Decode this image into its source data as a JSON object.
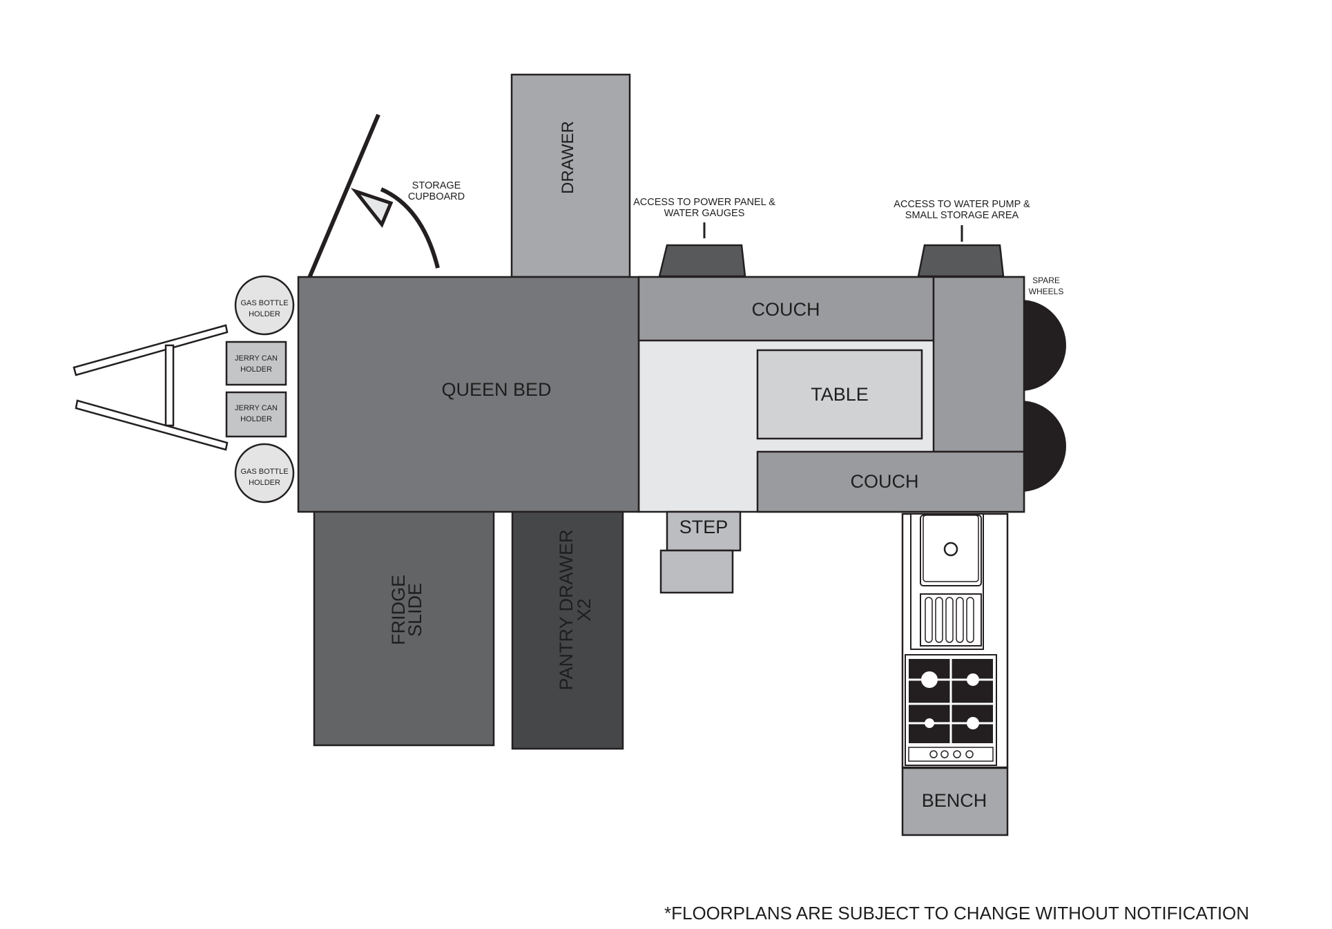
{
  "labels": {
    "storage_cupboard_1": "STORAGE",
    "storage_cupboard_2": "CUPBOARD",
    "drawer": "DRAWER",
    "power_panel_1": "ACCESS TO POWER PANEL &",
    "power_panel_2": "WATER GAUGES",
    "water_pump_1": "ACCESS TO WATER PUMP &",
    "water_pump_2": "SMALL STORAGE AREA",
    "spare_wheels_1": "SPARE",
    "spare_wheels_2": "WHEELS",
    "gas_bottle_top_1": "GAS BOTTLE",
    "gas_bottle_top_2": "HOLDER",
    "jerry_can_top_1": "JERRY CAN",
    "jerry_can_top_2": "HOLDER",
    "jerry_can_bottom_1": "JERRY CAN",
    "jerry_can_bottom_2": "HOLDER",
    "gas_bottle_bottom_1": "GAS BOTTLE",
    "gas_bottle_bottom_2": "HOLDER",
    "queen_bed": "QUEEN BED",
    "couch_top": "COUCH",
    "table": "TABLE",
    "couch_bottom": "COUCH",
    "step": "STEP",
    "fridge_slide_1": "FRIDGE",
    "fridge_slide_2": "SLIDE",
    "pantry_drawer_1": "PANTRY DRAWER",
    "pantry_drawer_2": "X2",
    "bench": "BENCH"
  },
  "footer": {
    "disclaimer": "*FLOORPLANS ARE SUBJECT TO CHANGE WITHOUT NOTIFICATION"
  },
  "colors": {
    "bed": "#76777a",
    "drawer": "#a7a8ab",
    "couch": "#9a9b9e",
    "floor": "#e6e7e8",
    "table": "#d1d2d4",
    "fridge": "#636466",
    "pantry": "#464749",
    "hatch": "#58595b",
    "wheel": "#231f20",
    "holder": "#c4c5c7",
    "gas": "#e4e4e5",
    "step": "#bcbdc0",
    "outline": "#231f20"
  }
}
